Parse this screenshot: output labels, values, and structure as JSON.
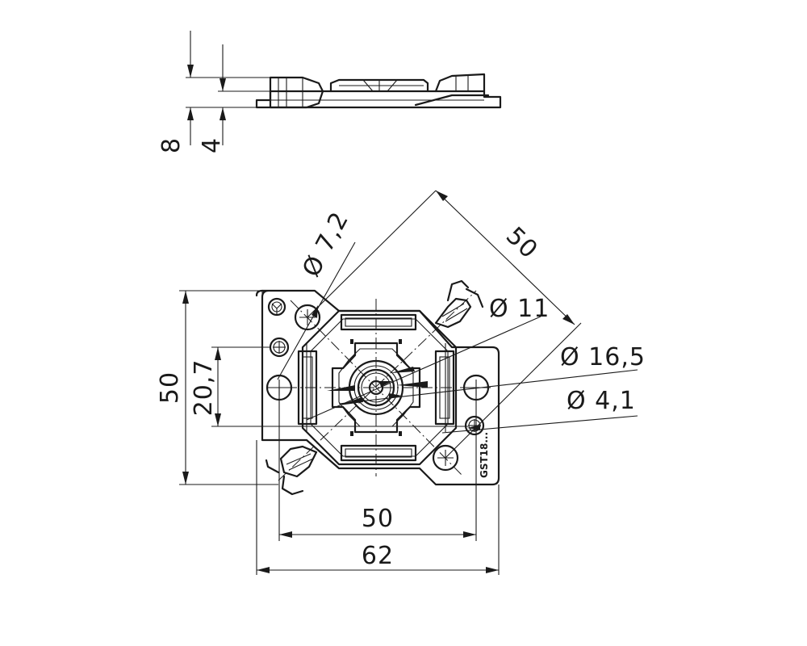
{
  "side_view": {
    "dim_total_height": "8",
    "dim_base_height": "4"
  },
  "top_view": {
    "dim_plate_height": "50",
    "dim_hole_offset": "20,7",
    "dim_diagonal": "50",
    "dim_hole_spacing": "50",
    "dim_plate_width": "62",
    "dia_7_2": "Ø 7,2",
    "dia_11": "Ø 11",
    "dia_16_5": "Ø 16,5",
    "dia_4_1": "Ø 4,1",
    "plate_marking": "GST18..."
  },
  "colors": {
    "line": "#1a1a1a",
    "background": "#ffffff"
  }
}
